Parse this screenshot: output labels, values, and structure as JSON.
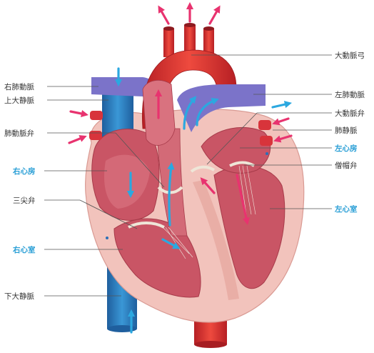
{
  "colors": {
    "oxygenated": "#e23b3b",
    "deoxygenated": "#2f86c8",
    "pulmonary": "#7b73c9",
    "muscle": "#f2c3bc",
    "chamber": "#c95565",
    "arrow_red": "#e8336f",
    "arrow_blue": "#2ba8e0",
    "highlight_label": "#2a9fd6"
  },
  "labels": {
    "aortic_arch": "大動脈弓",
    "right_pulmonary_artery": "右肺動脈",
    "superior_vena_cava": "上大静脈",
    "left_pulmonary_artery": "左肺動脈",
    "aortic_valve": "大動脈弁",
    "pulmonary_valve": "肺動脈弁",
    "pulmonary_vein": "肺静脈",
    "left_atrium": "左心房",
    "mitral_valve": "僧帽弁",
    "right_atrium": "右心房",
    "tricuspid_valve": "三尖弁",
    "left_ventricle": "左心室",
    "right_ventricle": "右心室",
    "inferior_vena_cava": "下大静脈"
  },
  "icons": {
    "red_arrow": "arrow-red-icon",
    "blue_arrow": "arrow-blue-icon"
  }
}
